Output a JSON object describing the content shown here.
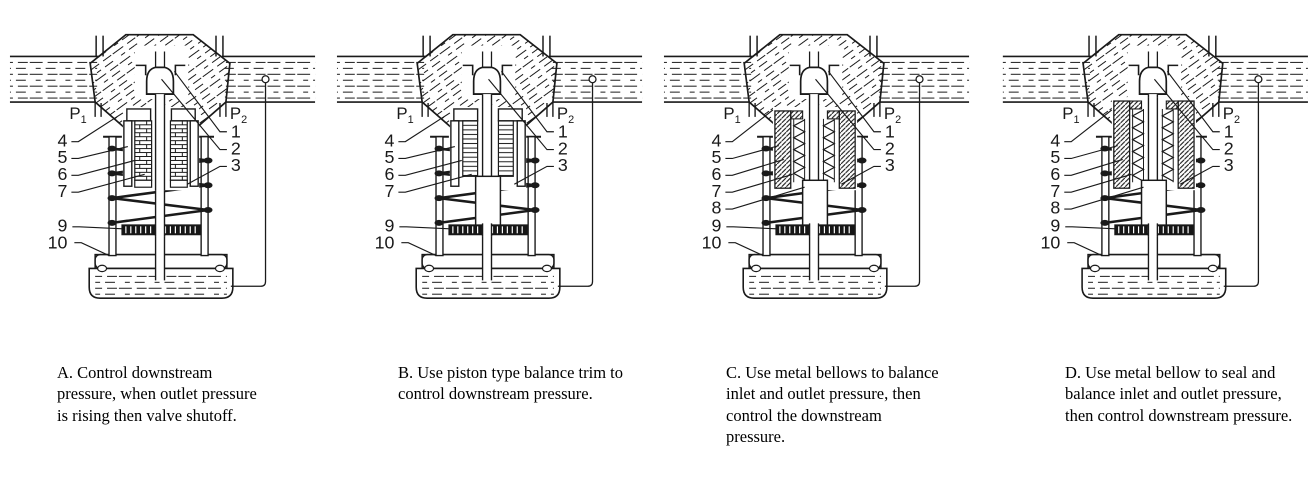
{
  "colors": {
    "line": "#1a1a1a",
    "background": "#ffffff"
  },
  "diagrams": [
    {
      "id": "A",
      "variant": "cage",
      "ports": {
        "left": {
          "base": "P",
          "sub": "1"
        },
        "right": {
          "base": "P",
          "sub": "2"
        }
      },
      "labels": {
        "right": [
          "1",
          "2",
          "3"
        ],
        "left": [
          "4",
          "5",
          "6",
          "7"
        ],
        "lower": [
          "9",
          "10"
        ]
      },
      "caption": "A. Control downstream pressure, when outlet pressure is rising then valve shutoff."
    },
    {
      "id": "B",
      "variant": "piston",
      "ports": {
        "left": {
          "base": "P",
          "sub": "1"
        },
        "right": {
          "base": "P",
          "sub": "2"
        }
      },
      "labels": {
        "right": [
          "1",
          "2",
          "3"
        ],
        "left": [
          "4",
          "5",
          "6",
          "7"
        ],
        "lower": [
          "9",
          "10"
        ]
      },
      "caption": "B. Use piston type balance trim to control downstream pressure."
    },
    {
      "id": "C",
      "variant": "bellows",
      "ports": {
        "left": {
          "base": "P",
          "sub": "1"
        },
        "right": {
          "base": "P",
          "sub": "2"
        }
      },
      "labels": {
        "right": [
          "1",
          "2",
          "3"
        ],
        "left": [
          "4",
          "5",
          "6",
          "7",
          "8"
        ],
        "lower": [
          "9",
          "10"
        ]
      },
      "caption": "C. Use metal bellows to balance inlet and outlet pressure, then control the downstream pressure."
    },
    {
      "id": "D",
      "variant": "bellows-tall",
      "ports": {
        "left": {
          "base": "P",
          "sub": "1"
        },
        "right": {
          "base": "P",
          "sub": "2"
        }
      },
      "labels": {
        "right": [
          "1",
          "2",
          "3"
        ],
        "left": [
          "4",
          "5",
          "6",
          "7",
          "8"
        ],
        "lower": [
          "9",
          "10"
        ]
      },
      "caption": "D. Use metal bellow to seal and balance inlet and outlet pressure, then control downstream pressure."
    }
  ]
}
